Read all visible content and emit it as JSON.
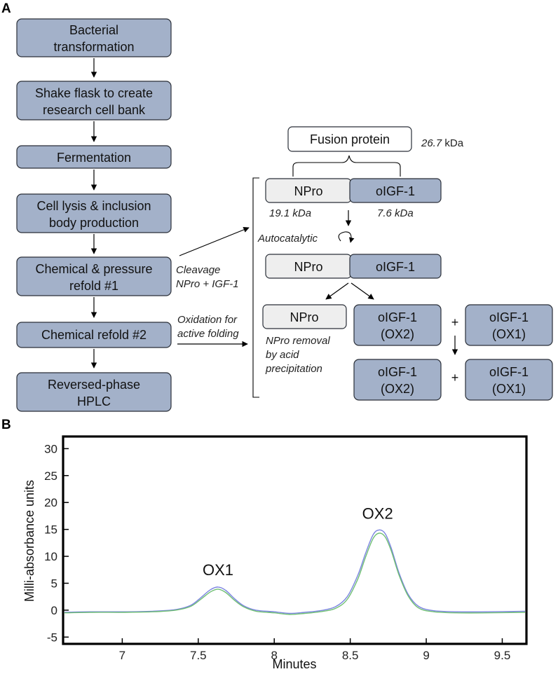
{
  "panel_a": {
    "label": "A",
    "workflow": [
      {
        "line1": "Bacterial",
        "line2": "transformation"
      },
      {
        "line1": "Shake flask to create",
        "line2": "research cell bank"
      },
      {
        "line1": "Fermentation",
        "line2": ""
      },
      {
        "line1": "Cell lysis & inclusion",
        "line2": "body production"
      },
      {
        "line1": "Chemical & pressure",
        "line2": "refold #1"
      },
      {
        "line1": "Chemical refold #2",
        "line2": ""
      },
      {
        "line1": "Reversed-phase",
        "line2": "HPLC"
      }
    ],
    "fusion_protein": "Fusion protein",
    "fusion_mass_value": "26.7",
    "fusion_mass_unit": " kDa",
    "npro": "NPro",
    "oigf": "oIGF-1",
    "npro_mass": "19.1 kDa",
    "oigf_mass": "7.6 kDa",
    "autocatalytic": "Autocatalytic",
    "cleavage_line1": "Cleavage",
    "cleavage_line2": "NPro + IGF-1",
    "oxidation_line1": "Oxidation for",
    "oxidation_line2": "active folding",
    "npro_removal_line1": "NPro removal",
    "npro_removal_line2": "by acid",
    "npro_removal_line3": "precipitation",
    "ox2": "(OX2)",
    "ox1": "(OX1)",
    "plus": "+"
  },
  "panel_b": {
    "label": "B",
    "xlabel": "Minutes",
    "ylabel": "Milli-absorbance  units",
    "peak_labels": {
      "ox1": "OX1",
      "ox2": "OX2"
    }
  },
  "colors": {
    "box_fill": "#a3b1c9",
    "box_grey": "#eeeeee",
    "trace_blue": "#7b84e0",
    "trace_green": "#6fbf73"
  },
  "chart_data": {
    "type": "line",
    "xlabel": "Minutes",
    "ylabel": "Milli-absorbance  units",
    "xlim": [
      6.62,
      9.65
    ],
    "ylim": [
      -6,
      32
    ],
    "xticks": [
      7,
      7.5,
      8,
      8.5,
      9,
      9.5
    ],
    "xtick_labels": [
      "7",
      "7.5",
      "8",
      "8.5",
      "9",
      "9.5"
    ],
    "yticks": [
      -5,
      0,
      5,
      10,
      15,
      20,
      25,
      30
    ],
    "ytick_labels": [
      "-5",
      "0",
      "5",
      "10",
      "15",
      "20",
      "25",
      "30"
    ],
    "annotations": [
      {
        "text": "OX1",
        "x": 7.63,
        "y": 6.5
      },
      {
        "text": "OX2",
        "x": 8.68,
        "y": 17.0
      }
    ],
    "series": [
      {
        "color": "#7b84e0",
        "x": [
          6.62,
          6.8,
          7.0,
          7.2,
          7.35,
          7.45,
          7.52,
          7.58,
          7.63,
          7.68,
          7.74,
          7.8,
          7.88,
          8.0,
          8.1,
          8.2,
          8.3,
          8.4,
          8.48,
          8.55,
          8.6,
          8.65,
          8.69,
          8.73,
          8.77,
          8.82,
          8.88,
          8.95,
          9.05,
          9.2,
          9.4,
          9.65
        ],
        "y": [
          -0.4,
          -0.3,
          -0.3,
          -0.2,
          0.1,
          0.9,
          2.4,
          3.8,
          4.3,
          3.7,
          2.1,
          0.8,
          0.0,
          -0.3,
          -0.6,
          -0.4,
          -0.1,
          0.6,
          2.5,
          6.5,
          10.5,
          14.0,
          14.9,
          14.2,
          11.5,
          7.0,
          3.0,
          0.7,
          -0.1,
          -0.3,
          -0.3,
          -0.2
        ]
      },
      {
        "color": "#6fbf73",
        "x": [
          6.62,
          6.8,
          7.0,
          7.2,
          7.35,
          7.45,
          7.52,
          7.58,
          7.63,
          7.68,
          7.74,
          7.8,
          7.88,
          8.0,
          8.1,
          8.2,
          8.3,
          8.4,
          8.48,
          8.55,
          8.6,
          8.65,
          8.69,
          8.73,
          8.77,
          8.82,
          8.88,
          8.95,
          9.05,
          9.2,
          9.4,
          9.65
        ],
        "y": [
          -0.5,
          -0.4,
          -0.4,
          -0.3,
          0.0,
          0.7,
          2.1,
          3.4,
          3.9,
          3.3,
          1.8,
          0.6,
          -0.2,
          -0.5,
          -0.8,
          -0.6,
          -0.3,
          0.3,
          2.0,
          5.8,
          9.8,
          13.3,
          14.3,
          13.6,
          11.0,
          6.6,
          2.7,
          0.4,
          -0.3,
          -0.5,
          -0.5,
          -0.4
        ]
      }
    ]
  }
}
